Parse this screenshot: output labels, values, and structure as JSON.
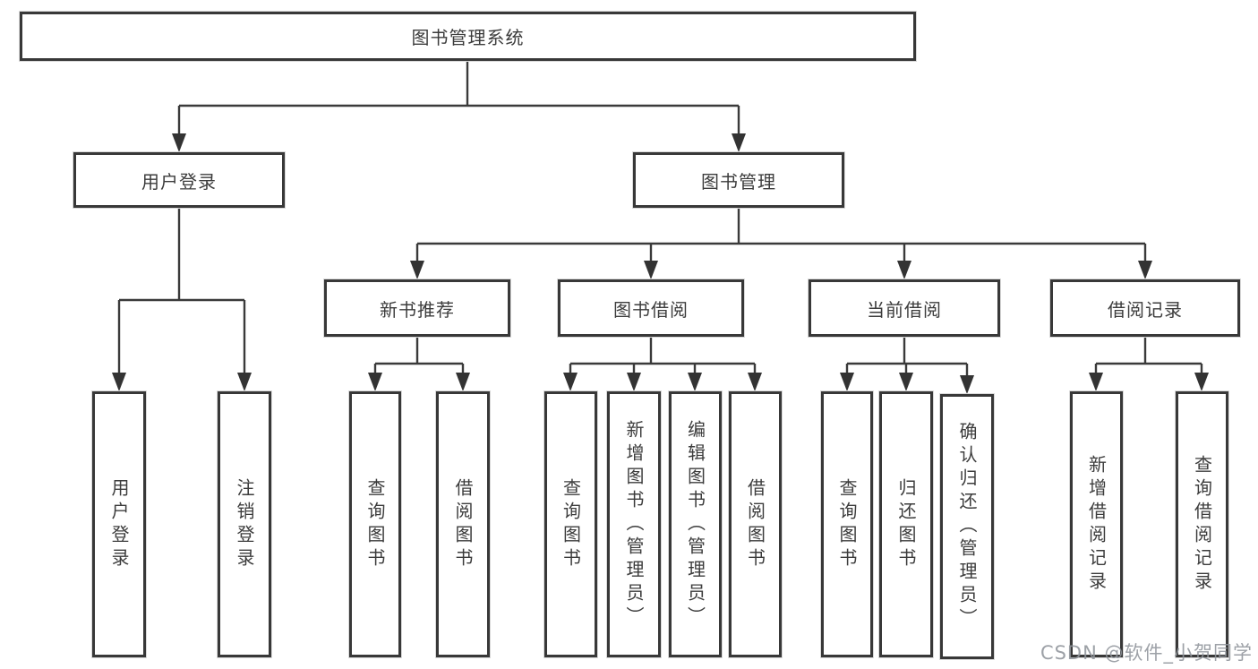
{
  "tree": {
    "root": {
      "label": "图书管理系统"
    },
    "branches": [
      {
        "label": "用户登录",
        "children": [
          {
            "label": "用户登录"
          },
          {
            "label": "注销登录"
          }
        ]
      },
      {
        "label": "图书管理",
        "children": [
          {
            "label": "新书推荐",
            "children": [
              {
                "label": "查询图书"
              },
              {
                "label": "借阅图书"
              }
            ]
          },
          {
            "label": "图书借阅",
            "children": [
              {
                "label": "查询图书"
              },
              {
                "label": "新增图书（管理员）"
              },
              {
                "label": "编辑图书（管理员）"
              },
              {
                "label": "借阅图书"
              }
            ]
          },
          {
            "label": "当前借阅",
            "children": [
              {
                "label": "查询图书"
              },
              {
                "label": "归还图书"
              },
              {
                "label": "确认归还（管理员）"
              }
            ]
          },
          {
            "label": "借阅记录",
            "children": [
              {
                "label": "新增借阅记录"
              },
              {
                "label": "查询借阅记录"
              }
            ]
          }
        ]
      }
    ]
  },
  "watermark": {
    "text": "CSDN @软件_小贺同学"
  },
  "colors": {
    "line": "#3a3a3a",
    "box_border": "#383838",
    "text": "#3c3c3c",
    "watermark": "#90959b"
  }
}
